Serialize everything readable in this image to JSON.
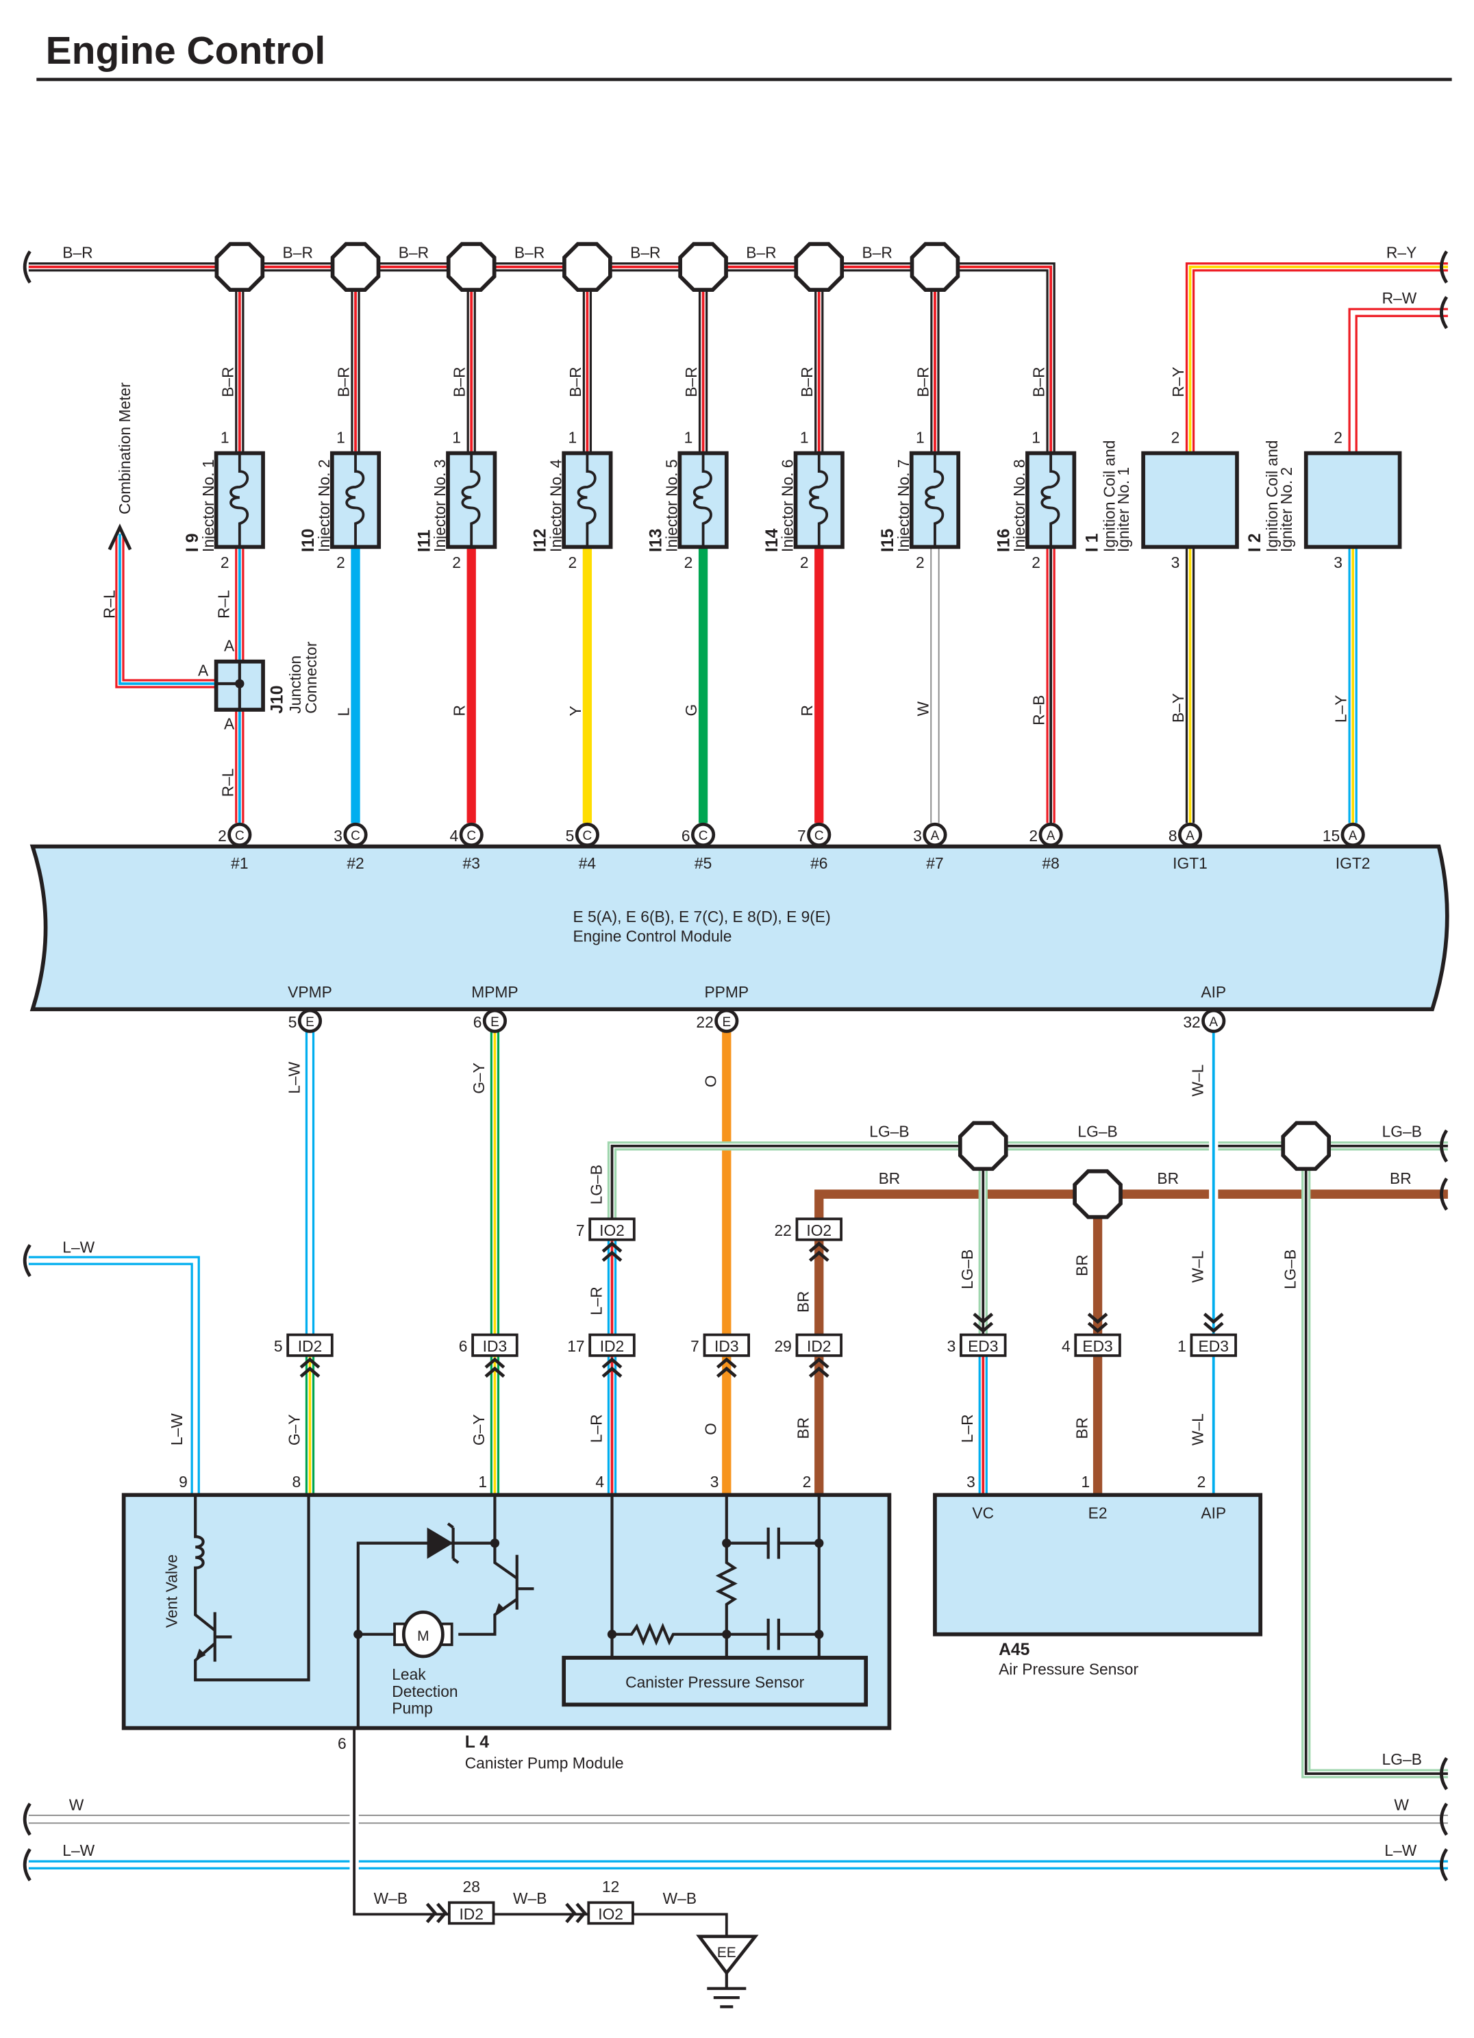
{
  "title": "Engine Control",
  "wire_colors": {
    "B": "#231f20",
    "R": "#ee1c24",
    "L": "#00aeef",
    "Y": "#ffdd00",
    "G": "#00a651",
    "W": "#ffffff",
    "O": "#f7941d",
    "BR": "#a0522d",
    "LG": "#9fd6ae"
  },
  "component_fill": "#c6e7f8",
  "top_bus": {
    "wire": "B–R",
    "labels": [
      "B–R",
      "B–R",
      "B–R",
      "B–R",
      "B–R",
      "B–R",
      "B–R"
    ]
  },
  "injectors": [
    {
      "ref": "I 9",
      "name": "Injector No. 1",
      "pin_in": "1",
      "pin_out": "2",
      "wire_in": "B–R",
      "wire_out": "R–L",
      "ecm_pin": "2",
      "ecm_conn": "C",
      "terminal": "#1"
    },
    {
      "ref": "I10",
      "name": "Injector No. 2",
      "pin_in": "1",
      "pin_out": "2",
      "wire_in": "B–R",
      "wire_out": "L",
      "ecm_pin": "3",
      "ecm_conn": "C",
      "terminal": "#2"
    },
    {
      "ref": "I11",
      "name": "Injector No. 3",
      "pin_in": "1",
      "pin_out": "2",
      "wire_in": "B–R",
      "wire_out": "R",
      "ecm_pin": "4",
      "ecm_conn": "C",
      "terminal": "#3"
    },
    {
      "ref": "I12",
      "name": "Injector No. 4",
      "pin_in": "1",
      "pin_out": "2",
      "wire_in": "B–R",
      "wire_out": "Y",
      "ecm_pin": "5",
      "ecm_conn": "C",
      "terminal": "#4"
    },
    {
      "ref": "I13",
      "name": "Injector No. 5",
      "pin_in": "1",
      "pin_out": "2",
      "wire_in": "B–R",
      "wire_out": "G",
      "ecm_pin": "6",
      "ecm_conn": "C",
      "terminal": "#5"
    },
    {
      "ref": "I14",
      "name": "Injector No. 6",
      "pin_in": "1",
      "pin_out": "2",
      "wire_in": "B–R",
      "wire_out": "R",
      "ecm_pin": "7",
      "ecm_conn": "C",
      "terminal": "#6"
    },
    {
      "ref": "I15",
      "name": "Injector No. 7",
      "pin_in": "1",
      "pin_out": "2",
      "wire_in": "B–R",
      "wire_out": "W",
      "ecm_pin": "3",
      "ecm_conn": "A",
      "terminal": "#7"
    },
    {
      "ref": "I16",
      "name": "Injector No. 8",
      "pin_in": "1",
      "pin_out": "2",
      "wire_in": "B–R",
      "wire_out": "R–B",
      "ecm_pin": "2",
      "ecm_conn": "A",
      "terminal": "#8"
    }
  ],
  "junction": {
    "ref": "J10",
    "name_line1": "Junction",
    "name_line2": "Connector",
    "pin_top": "A",
    "pin_left": "A",
    "pin_bottom": "A",
    "wire_lower": "R–L",
    "branch_wire": "R–L",
    "branch_to": "Combination Meter"
  },
  "igniters": [
    {
      "ref": "I 1",
      "name_line1": "Ignition Coil and",
      "name_line2": "Igniter No. 1",
      "pin_in": "2",
      "pin_out": "3",
      "wire_in": "R–Y",
      "wire_out": "B–Y",
      "ecm_pin": "8",
      "ecm_conn": "A",
      "terminal": "IGT1",
      "bus_label": "R–Y"
    },
    {
      "ref": "I 2",
      "name_line1": "Ignition Coil and",
      "name_line2": "Igniter No. 2",
      "pin_in": "2",
      "pin_out": "3",
      "wire_in": "R–W",
      "wire_out": "L–Y",
      "ecm_pin": "15",
      "ecm_conn": "A",
      "terminal": "IGT2",
      "bus_label": "R–W"
    }
  ],
  "ecm": {
    "connectors": "E 5(A), E 6(B), E 7(C), E 8(D), E 9(E)",
    "name": "Engine Control Module"
  },
  "ecm_lower": [
    {
      "terminal": "VPMP",
      "pin": "5",
      "conn": "E",
      "wire": "L–W"
    },
    {
      "terminal": "MPMP",
      "pin": "6",
      "conn": "E",
      "wire": "G–Y"
    },
    {
      "terminal": "PPMP",
      "pin": "22",
      "conn": "E",
      "wire": "O"
    },
    {
      "terminal": "AIP",
      "pin": "32",
      "conn": "A",
      "wire": "W–L"
    }
  ],
  "inline_connectors": [
    {
      "name": "ID2",
      "pin": "5"
    },
    {
      "name": "ID3",
      "pin": "6"
    },
    {
      "name": "IO2",
      "pin": "7"
    },
    {
      "name": "ID2",
      "pin": "17"
    },
    {
      "name": "ID3",
      "pin": "7"
    },
    {
      "name": "IO2",
      "pin": "22"
    },
    {
      "name": "ID2",
      "pin": "29"
    },
    {
      "name": "ED3",
      "pin": "3"
    },
    {
      "name": "ED3",
      "pin": "4"
    },
    {
      "name": "ED3",
      "pin": "1"
    },
    {
      "name": "ID2",
      "pin": "28"
    },
    {
      "name": "IO2",
      "pin": "12"
    }
  ],
  "wire_labels": {
    "lg_b_bus": [
      "LG–B",
      "LG–B",
      "LG–B"
    ],
    "br_bus": [
      "BR",
      "BR",
      "BR"
    ],
    "lw_left": "L–W",
    "lw_left_v": "L–W",
    "vpmp_upper": "L–W",
    "vpmp_lower": "G–Y",
    "mpmp_upper": "G–Y",
    "mpmp_lower": "G–Y",
    "lgb_drop": "LG–B",
    "lr_mid": "L–R",
    "lr_lower": "L–R",
    "o_upper": "O",
    "o_lower": "O",
    "br_mid": "BR",
    "br_lower": "BR",
    "ed3_1_upper": "LG–B",
    "ed3_1_lower": "L–R",
    "ed3_2_upper": "BR",
    "ed3_2_lower": "BR",
    "aip_upper": "W–L",
    "aip_mid": "W–L",
    "aip_lower": "W–L",
    "lgb_right_v": "LG–B",
    "lgb_right_h": "LG–B",
    "w_bus_l": "W",
    "w_bus_r": "W",
    "lw_bus_l": "L–W",
    "lw_bus_r": "L–W",
    "wb": [
      "W–B",
      "W–B",
      "W–B"
    ]
  },
  "canister_module": {
    "ref": "L 4",
    "name": "Canister Pump Module",
    "pins": [
      "9",
      "8",
      "1",
      "4",
      "3",
      "2"
    ],
    "ground_pin": "6",
    "vent_valve": "Vent Valve",
    "pump_line1": "Leak",
    "pump_line2": "Detection",
    "pump_line3": "Pump",
    "motor": "M",
    "sensor": "Canister Pressure Sensor"
  },
  "air_pressure_sensor": {
    "ref": "A45",
    "name": "Air Pressure Sensor",
    "pins": [
      "3",
      "1",
      "2"
    ],
    "terminals": [
      "VC",
      "E2",
      "AIP"
    ]
  },
  "ground": {
    "label": "EE"
  }
}
